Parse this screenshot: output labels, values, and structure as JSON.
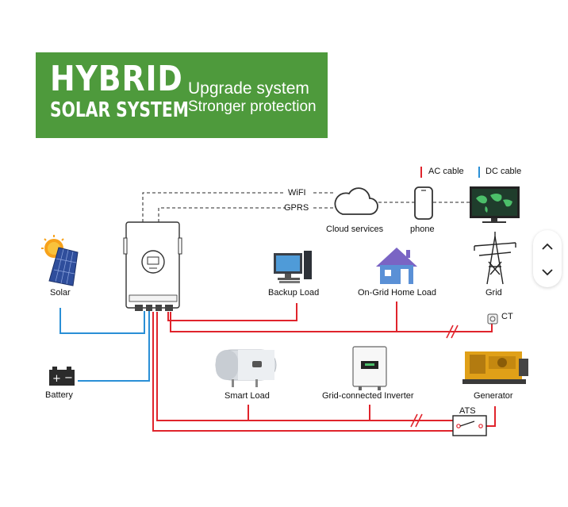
{
  "banner": {
    "title_line1": "HYBRID",
    "title_line2": "SOLAR SYSTEM",
    "subtitle_line1": "Upgrade system",
    "subtitle_line2": "Stronger protection"
  },
  "legend": {
    "ac": "AC cable",
    "dc": "DC cable",
    "ac_color": "#e0242c",
    "dc_color": "#2a8fd6"
  },
  "links": {
    "wifi": "WiFI",
    "gprs": "GPRS"
  },
  "components": {
    "cloud": "Cloud services",
    "phone": "phone",
    "solar": "Solar",
    "backup_load": "Backup Load",
    "home_load": "On-Grid Home Load",
    "grid": "Grid",
    "ct": "CT",
    "battery": "Battery",
    "smart_load": "Smart Load",
    "grid_inverter": "Grid-connected Inverter",
    "generator": "Generator",
    "ats": "ATS"
  },
  "colors": {
    "banner_green": "#4e9a3c"
  },
  "icons": {
    "scroll_up": "chevron-up-icon",
    "scroll_down": "chevron-down-icon"
  }
}
